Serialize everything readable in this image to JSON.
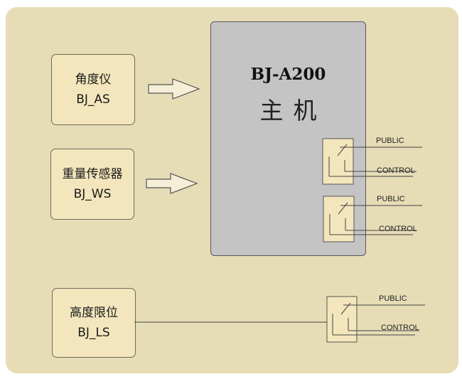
{
  "sensors": [
    {
      "name": "角度仪",
      "code": "BJ_AS"
    },
    {
      "name": "重量传感器",
      "code": "BJ_WS"
    },
    {
      "name": "高度限位",
      "code": "BJ_LS"
    }
  ],
  "host": {
    "model": "BJ-A200",
    "label": "主机"
  },
  "relay": {
    "public_label": "PUBLIC",
    "control_label": "CONTROL"
  },
  "colors": {
    "panel": "#e6ddb7",
    "box_fill": "#f3e6bc",
    "host_fill": "#c4c4c4"
  }
}
